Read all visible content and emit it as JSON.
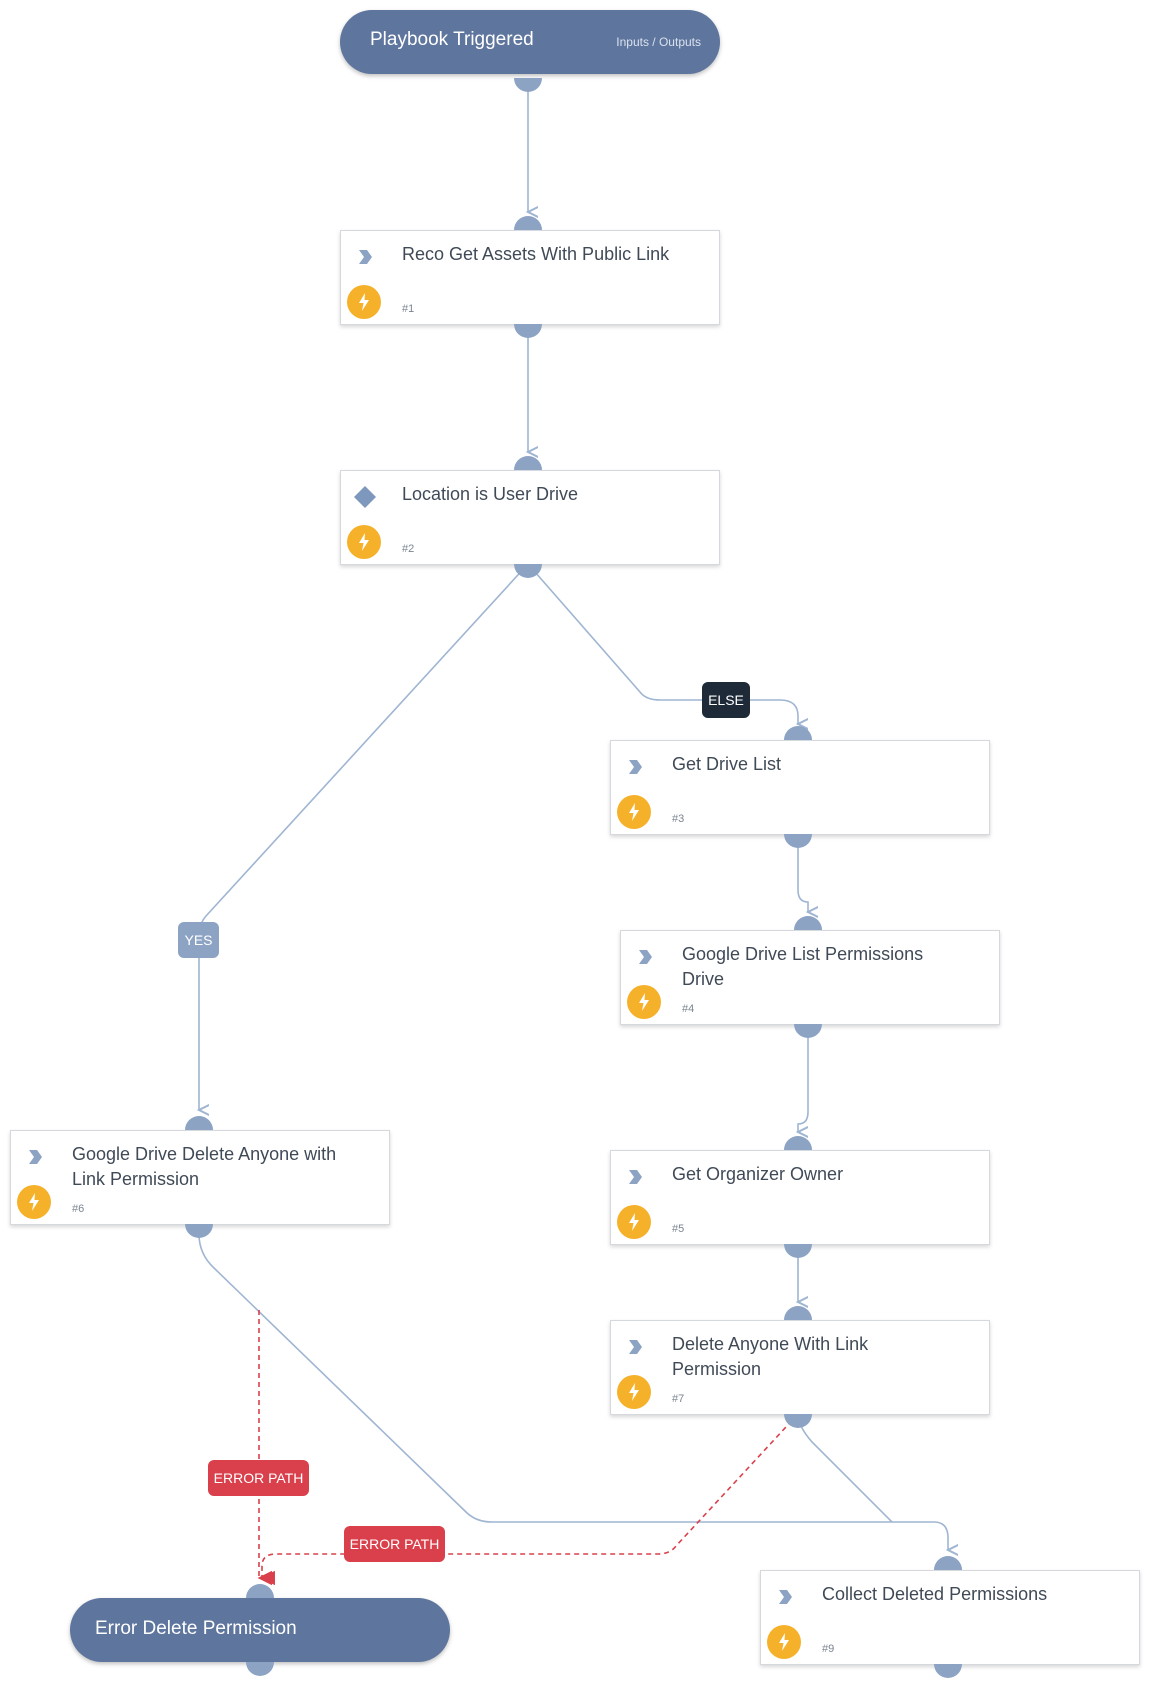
{
  "start": {
    "title": "Playbook Triggered",
    "io_link": "Inputs / Outputs"
  },
  "tasks": [
    {
      "title": "Reco Get Assets With Public Link",
      "num": "#1",
      "type": "command-icon"
    },
    {
      "title": "Location is User Drive",
      "num": "#2",
      "type": "condition-icon"
    },
    {
      "title": "Get Drive List",
      "num": "#3",
      "type": "command-icon"
    },
    {
      "title": "Google Drive List Permissions\nDrive",
      "num": "#4",
      "type": "command-icon"
    },
    {
      "title": "Get Organizer Owner",
      "num": "#5",
      "type": "command-icon"
    },
    {
      "title": "Google Drive Delete Anyone with\nLink Permission",
      "num": "#6",
      "type": "command-icon"
    },
    {
      "title": "Delete Anyone With Link\nPermission",
      "num": "#7",
      "type": "command-icon"
    },
    {
      "title": "Collect Deleted Permissions",
      "num": "#9",
      "type": "command-icon"
    }
  ],
  "end": {
    "title": "Error Delete Permission"
  },
  "edge_labels": {
    "else": "ELSE",
    "yes": "YES",
    "error_path_1": "ERROR PATH",
    "error_path_2": "ERROR PATH"
  },
  "colors": {
    "pill": "#5e759e",
    "port": "#8ca3c4",
    "edge": "#9fb5d2",
    "error": "#d9404b",
    "else_label": "#1e2a38",
    "bolt": "#f6b12b"
  }
}
